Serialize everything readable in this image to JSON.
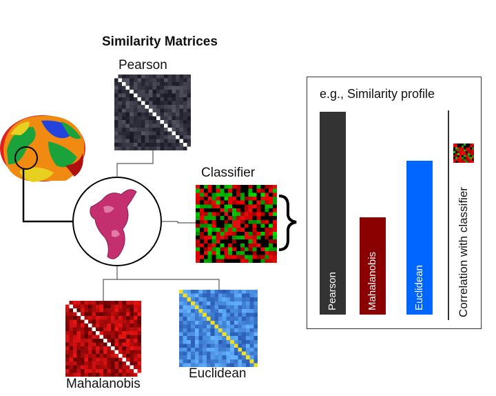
{
  "title": "Similarity Matrices",
  "matrices": {
    "pearson": {
      "label": "Pearson",
      "palette": "gray"
    },
    "classifier": {
      "label": "Classifier",
      "palette": "redgreen"
    },
    "mahalanobis": {
      "label": "Mahalanobis",
      "palette": "red"
    },
    "euclidean": {
      "label": "Euclidean",
      "palette": "blue"
    }
  },
  "profile": {
    "title": "e.g., Similarity profile",
    "y_label": "Correlation with classifier",
    "bars": [
      {
        "name": "Pearson",
        "value": 1.0,
        "color": "#333333"
      },
      {
        "name": "Mahalanobis",
        "value": 0.48,
        "color": "#8b0000"
      },
      {
        "name": "Euclidean",
        "value": 0.76,
        "color": "#0066ff"
      }
    ]
  },
  "icons": {
    "brain": "brain-cortex-icon",
    "roi": "roi-blob-icon",
    "brace": "right-curly-brace-icon"
  },
  "colors": {
    "roi_blob": "#c4306f",
    "brain_red": "#e02020",
    "brain_green": "#1aa33a",
    "brain_blue": "#2244dd",
    "brain_orange": "#f08a10"
  }
}
